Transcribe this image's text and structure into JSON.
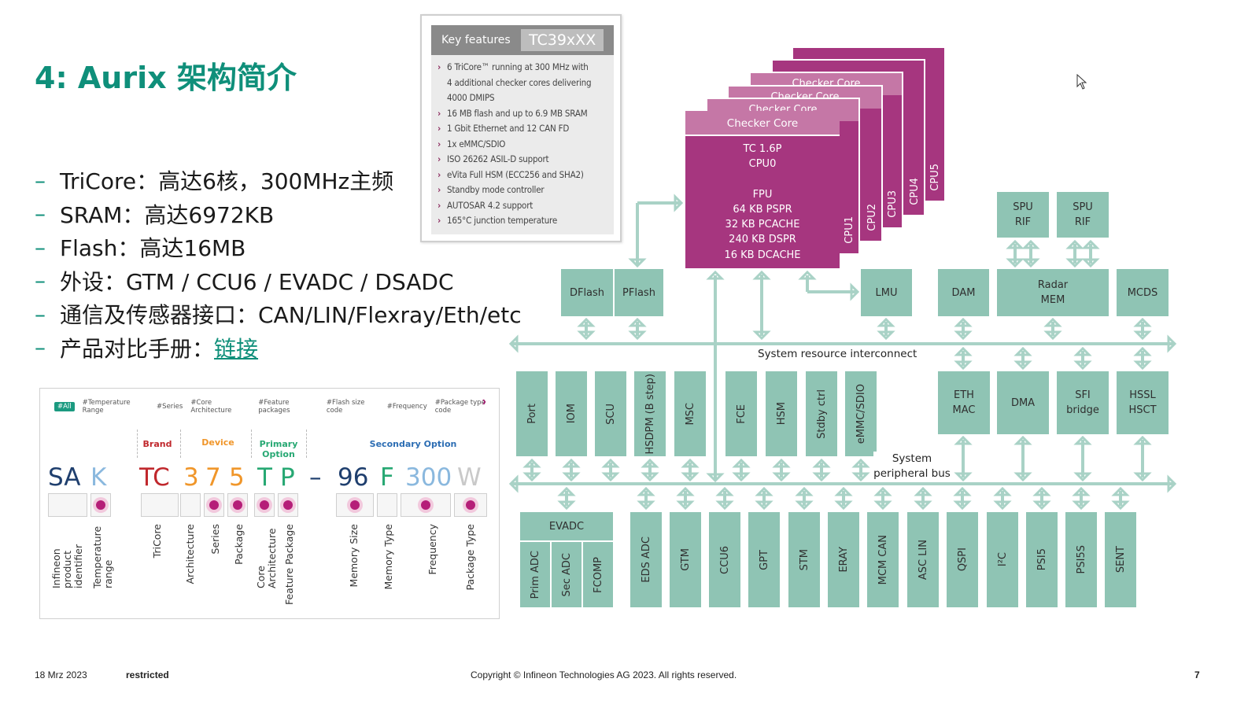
{
  "title": "4: Aurix 架构简介",
  "bullets": [
    {
      "text": "TriCore：高达6核，300MHz主频"
    },
    {
      "text": "SRAM：高达6972KB"
    },
    {
      "text": "Flash：高达16MB"
    },
    {
      "text": "外设：GTM / CCU6 / EVADC / DSADC"
    },
    {
      "text": "通信及传感器接口：CAN/LIN/Flexray/Eth/etc"
    },
    {
      "text": "产品对比手册：",
      "link": "链接"
    }
  ],
  "dash": "–",
  "key_features": {
    "label": "Key features",
    "chip": "TC39xXX",
    "items": [
      {
        "text": "6 TriCore™ running at 300 MHz with",
        "bullet": true
      },
      {
        "text": "4 additional checker cores delivering",
        "bullet": false
      },
      {
        "text": "4000 DMIPS",
        "bullet": false
      },
      {
        "text": "16 MB flash and up to 6.9 MB SRAM",
        "bullet": true
      },
      {
        "text": "1 Gbit Ethernet and 12 CAN FD",
        "bullet": true
      },
      {
        "text": "1x eMMC/SDIO",
        "bullet": true
      },
      {
        "text": "ISO 26262 ASIL-D support",
        "bullet": true
      },
      {
        "text": "eVita Full HSM (ECC256 and SHA2)",
        "bullet": true
      },
      {
        "text": "Standby mode controller",
        "bullet": true
      },
      {
        "text": "AUTOSAR 4.2 support",
        "bullet": true
      },
      {
        "text": "165°C junction temperature",
        "bullet": true
      }
    ]
  },
  "part_number": {
    "tags": [
      "#All",
      "#Temperature Range",
      "#Series",
      "#Core Architecture",
      "#Feature packages",
      "#Flash size code",
      "#Frequency",
      "#Package type code"
    ],
    "categories": {
      "brand": "Brand",
      "device": "Device",
      "primary": "Primary Option",
      "secondary": "Secondary Option"
    },
    "chars": [
      "SA",
      "K",
      "TC",
      "3",
      "7",
      "5",
      "T",
      "P",
      "–",
      "96",
      "F",
      "300",
      "W"
    ],
    "labels": [
      "Infineon product identifier",
      "Temperature range",
      "TriCore",
      "Architecture",
      "Series",
      "Package",
      "Core Architecture",
      "Feature Package",
      "Memory Size",
      "Memory Type",
      "Frequency",
      "Package Type"
    ],
    "colors": {
      "brand": "#c0282d",
      "device": "#f0962a",
      "primary": "#27a873",
      "secondary": "#2c6db3",
      "dot": "#b51e78"
    }
  },
  "diagram": {
    "cpus": [
      {
        "header": "Checker Core",
        "label": "CPU1"
      },
      {
        "header": "Checker Core",
        "label": "CPU2"
      },
      {
        "header": "Checker Core",
        "label": "CPU3"
      },
      {
        "header": "",
        "label": "CPU4"
      },
      {
        "header": "",
        "label": "CPU5"
      }
    ],
    "cpu0": {
      "header": "Checker Core",
      "lines": [
        "TC 1.6P",
        "CPU0",
        "",
        "FPU",
        "64 KB PSPR",
        "32 KB PCACHE",
        "240 KB DSPR",
        "16 KB DCACHE"
      ]
    },
    "top_row": {
      "dflash": "DFlash",
      "pflash": "PFlash",
      "lmu": "LMU",
      "dam": "DAM",
      "radar_mem": "Radar MEM",
      "mcds": "MCDS",
      "spu_rif": "SPU RIF"
    },
    "sri_label": "System resource interconnect",
    "spb_label": "System peripheral bus",
    "mid_row": [
      "Port",
      "IOM",
      "SCU",
      "HSDPM (B step)",
      "MSC",
      "FCE",
      "HSM",
      "Stdby ctrl",
      "eMMC/SDIO"
    ],
    "mid_right": [
      "ETH MAC",
      "DMA",
      "SFI bridge",
      "HSSL HSCT"
    ],
    "evadc": {
      "title": "EVADC",
      "subs": [
        "Prim ADC",
        "Sec ADC",
        "FCOMP"
      ]
    },
    "bottom_row": [
      "EDS ADC",
      "GTM",
      "CCU6",
      "GPT",
      "STM",
      "ERAY",
      "MCM CAN",
      "ASC LIN",
      "QSPI",
      "I²C",
      "PSI5",
      "PSI5S",
      "SENT"
    ],
    "colors": {
      "block": "#8fc4b4",
      "bus": "#a9d2c6",
      "cpu": "#a6367f",
      "cpu_header": "#c577a6"
    }
  },
  "footer": {
    "date": "18 Mrz 2023",
    "classification": "restricted",
    "copyright": "Copyright © Infineon Technologies AG 2023. All rights reserved.",
    "page": "7"
  }
}
